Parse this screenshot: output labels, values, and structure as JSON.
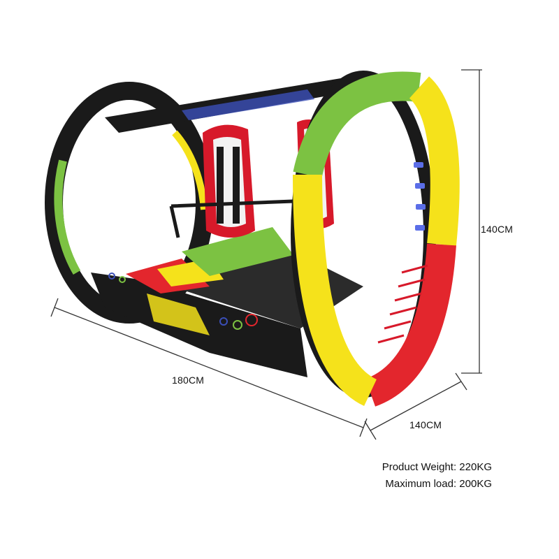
{
  "dimensions": {
    "height": "140CM",
    "length": "180CM",
    "width": "140CM"
  },
  "specs": {
    "weight": "Product Weight: 220KG",
    "load": "Maximum load: 200KG"
  },
  "colors": {
    "green": "#7cc242",
    "yellow": "#f5e21b",
    "red": "#e3262d",
    "black": "#1a1a1a",
    "seat_red": "#d7192a",
    "seat_white": "#f2f2f2"
  }
}
